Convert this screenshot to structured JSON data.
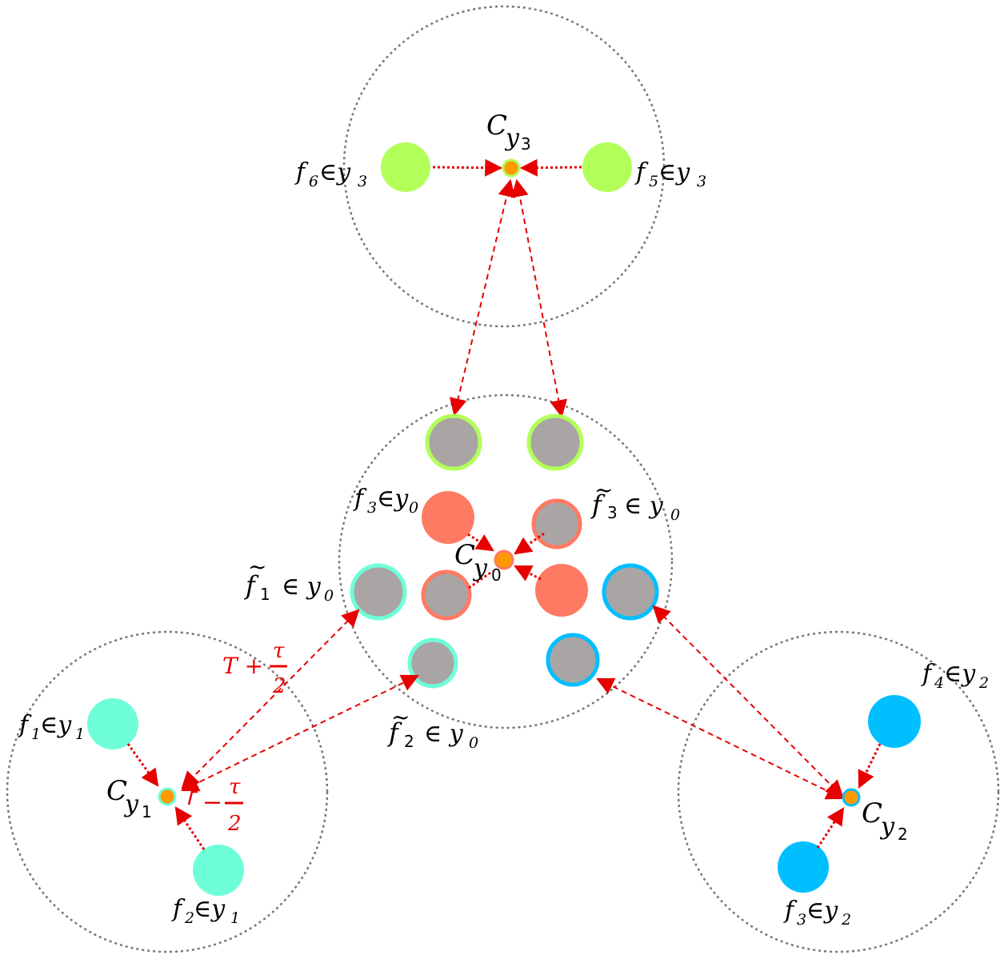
{
  "labels": {
    "c_y3_base": "C",
    "c_y3_sub": "y",
    "c_y3_subsub": "3",
    "f6": "f",
    "f6_sub": "6",
    "f6_rest": "∈y",
    "f6_rest_sub": "3",
    "f5": "f",
    "f5_sub": "5",
    "f5_rest": "∈y",
    "f5_rest_sub": "3",
    "f3_y0": "f",
    "f3_y0_sub": "3",
    "f3_y0_rest": "∈y",
    "f3_y0_rest_sub": "0",
    "ft3": "f",
    "ft3_tilde": "~",
    "ft3_sub": "3",
    "ft3_rest": "∈ y",
    "ft3_rest_sub": "0",
    "c_y0_base": "C",
    "c_y0_sub": "y",
    "c_y0_subsub": "0",
    "ft1": "f",
    "ft1_tilde": "~",
    "ft1_sub": "1",
    "ft1_rest": "∈ y",
    "ft1_rest_sub": "0",
    "ft2": "f",
    "ft2_tilde": "~",
    "ft2_sub": "2",
    "ft2_rest": "∈ y",
    "ft2_rest_sub": "0",
    "f1": "f",
    "f1_sub": "1",
    "f1_rest": "∈y",
    "f1_rest_sub": "1",
    "f2": "f",
    "f2_sub": "2",
    "f2_rest": "∈y",
    "f2_rest_sub": "1",
    "c_y1_base": "C",
    "c_y1_sub": "y",
    "c_y1_subsub": "1",
    "f4": "f",
    "f4_sub": "4",
    "f4_rest": "∈y",
    "f4_rest_sub": "2",
    "f3_y2": "f",
    "f3_y2_sub": "3",
    "f3_y2_rest": "∈y",
    "f3_y2_rest_sub": "2",
    "c_y2_base": "C",
    "c_y2_sub": "y",
    "c_y2_subsub": "2",
    "margin_pos_T": "T +",
    "margin_pos_num": "τ",
    "margin_pos_den": "2",
    "margin_neg_sign": "−",
    "margin_neg_num": "τ",
    "margin_neg_den": "2"
  },
  "colors": {
    "y3_green": "#b2ff59",
    "y1_teal": "#6fffd8",
    "y2_blue": "#00bfff",
    "y0_salmon": "#ff7a63",
    "gray_fill": "#a9a5a5",
    "center_orange": "#ff9900",
    "arrow_red": "#e60000",
    "boundary_gray": "#777777"
  }
}
